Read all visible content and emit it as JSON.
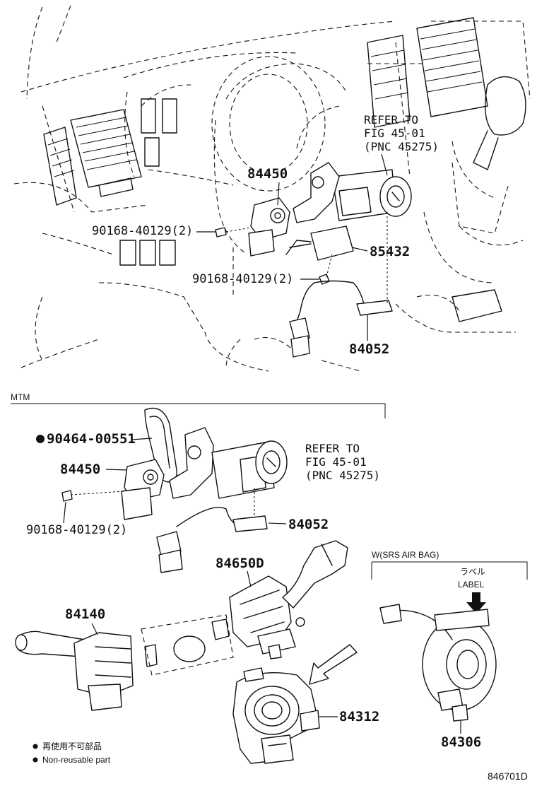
{
  "top": {
    "refer": {
      "line1": "REFER TO",
      "line2": "FIG 45-01",
      "line3": "(PNC 45275)"
    },
    "parts": {
      "p84450": "84450",
      "p90168_a": "90168-40129(2)",
      "p85432": "85432",
      "p90168_b": "90168-40129(2)",
      "p84052": "84052"
    }
  },
  "mtm": {
    "label": "MTM",
    "parts": {
      "p90464": "90464-00551",
      "p84450": "84450",
      "p90168": "90168-40129(2)",
      "p84052": "84052"
    },
    "refer": {
      "line1": "REFER TO",
      "line2": "FIG 45-01",
      "line3": "(PNC 45275)"
    }
  },
  "bottom": {
    "parts": {
      "p84650D": "84650D",
      "p84140": "84140",
      "p84312": "84312",
      "p84306": "84306"
    },
    "srs": {
      "label": "W(SRS AIR BAG)",
      "label_jp": "ラベル",
      "label_en": "LABEL"
    }
  },
  "legend": {
    "jp": "再使用不可部品",
    "en": "Non-reusable part"
  },
  "diagram_code": "846701D"
}
